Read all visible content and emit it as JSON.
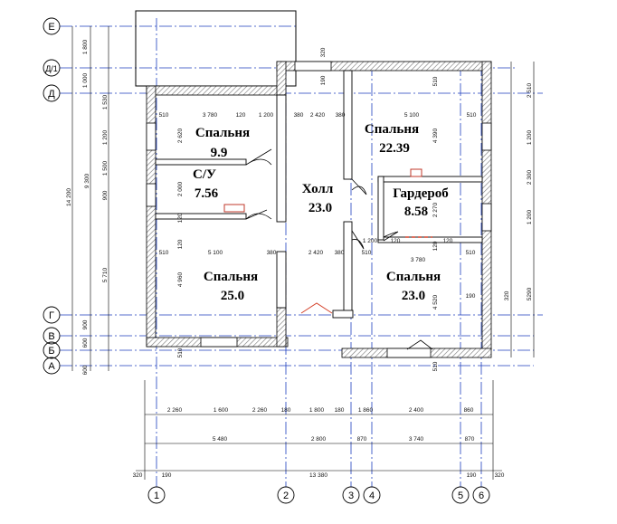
{
  "axes": {
    "horizontal": [
      "Е",
      "Д/1",
      "Д",
      "Г",
      "В",
      "Б",
      "А"
    ],
    "vertical": [
      "1",
      "2",
      "3",
      "4",
      "5",
      "6"
    ]
  },
  "rooms": [
    {
      "name": "Спальня",
      "area": "9.9"
    },
    {
      "name": "С/У",
      "area": "7.56"
    },
    {
      "name": "Холл",
      "area": "23.0"
    },
    {
      "name": "Спальня",
      "area": "22.39"
    },
    {
      "name": "Гардероб",
      "area": "8.58"
    },
    {
      "name": "Спальня",
      "area": "25.0"
    },
    {
      "name": "Спальня",
      "area": "23.0"
    }
  ],
  "dims": {
    "bottom_row1": [
      "2 260",
      "1 600",
      "2 260",
      "180",
      "1 800",
      "180",
      "1 860",
      "2 400",
      "860"
    ],
    "bottom_row2": [
      "5 480",
      "2 800",
      "870",
      "3 740",
      "870"
    ],
    "bottom_row3": [
      "320",
      "190",
      "13 380",
      "190",
      "320"
    ],
    "left_outer": [
      "14 200"
    ],
    "left_mid": [
      "9 300",
      "5 710"
    ],
    "left_inner": [
      "1 800",
      "1 000",
      "1 530",
      "1 200",
      "1 500",
      "900",
      "600",
      "600",
      "900"
    ],
    "right": [
      "2 510",
      "1 200",
      "2 300",
      "1 200",
      "5290",
      "320"
    ],
    "interior": [
      "320",
      "190",
      "510",
      "3 780",
      "120",
      "1 200",
      "380",
      "2 420",
      "380",
      "5 100",
      "510",
      "2 620",
      "2 000",
      "120",
      "4 960",
      "510",
      "5 100",
      "380",
      "2 420",
      "380",
      "510",
      "4 390",
      "2 270",
      "120",
      "1 200",
      "120",
      "3 780",
      "120",
      "510",
      "4 520",
      "190",
      "510",
      "510",
      "510",
      "120"
    ]
  }
}
